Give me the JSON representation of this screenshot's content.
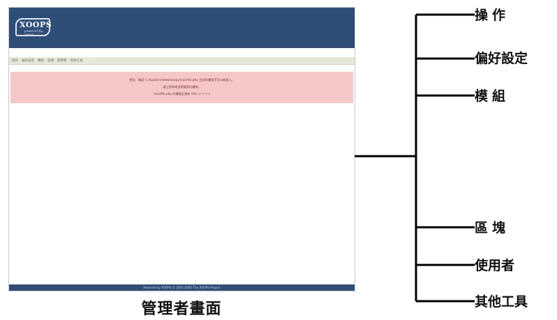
{
  "screenshot": {
    "logo_text": "XOOPS",
    "logo_subtext": "powered by xoops",
    "menu_items": [
      "操作",
      "偏好設定",
      "模組",
      "區塊",
      "使用者",
      "其他工具"
    ],
    "warning_lines": [
      "警告：檔案 C:/AppServ/www/xoops/mainfile.php 目前的權限不可以被寫入。",
      "請立即修改這個檔案的權限。",
      "mainfile.php 的權限必須為 444 (-r--r--r--)"
    ],
    "footer_text": "Powered by XOOPS © 2001-2005 The XOOPS Project"
  },
  "caption": "管理者畫面",
  "labels": [
    "操作",
    "偏好設定",
    "模組",
    "區塊",
    "使用者",
    "其他工具"
  ],
  "colors": {
    "header": "#2e4e78",
    "menubar": "#e9e7d7",
    "warning": "#f5c7c7",
    "line": "#000000"
  }
}
